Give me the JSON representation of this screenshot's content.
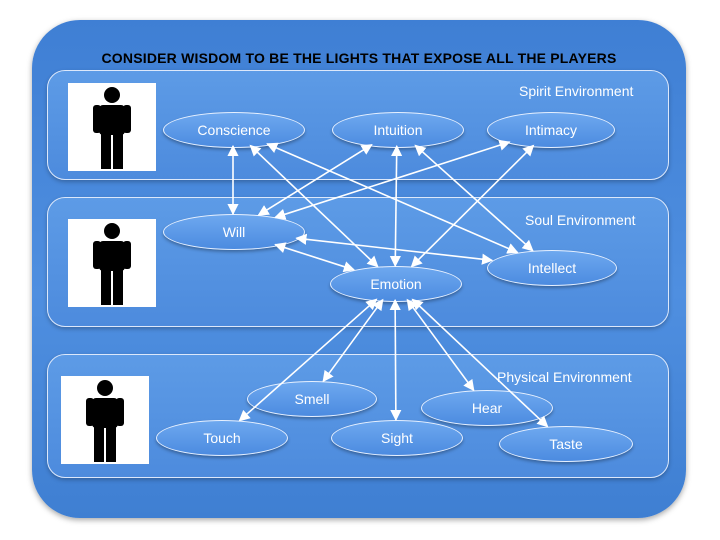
{
  "title": "CONSIDER WISDOM TO BE THE LIGHTS  THAT EXPOSE ALL THE PLAYERS",
  "environments": {
    "spirit": "Spirit Environment",
    "soul": "Soul Environment",
    "physical": "Physical Environment"
  },
  "nodes": {
    "conscience": "Conscience",
    "intuition": "Intuition",
    "intimacy": "Intimacy",
    "will": "Will",
    "intellect": "Intellect",
    "emotion": "Emotion",
    "smell": "Smell",
    "hear": "Hear",
    "touch": "Touch",
    "sight": "Sight",
    "taste": "Taste"
  },
  "connections": [
    [
      "conscience",
      "will"
    ],
    [
      "conscience",
      "intellect"
    ],
    [
      "conscience",
      "emotion"
    ],
    [
      "intuition",
      "will"
    ],
    [
      "intuition",
      "emotion"
    ],
    [
      "intuition",
      "intellect"
    ],
    [
      "intimacy",
      "will"
    ],
    [
      "intimacy",
      "emotion"
    ],
    [
      "will",
      "intellect"
    ],
    [
      "will",
      "emotion"
    ],
    [
      "emotion",
      "touch"
    ],
    [
      "emotion",
      "smell"
    ],
    [
      "emotion",
      "sight"
    ],
    [
      "emotion",
      "hear"
    ],
    [
      "emotion",
      "taste"
    ]
  ],
  "colors": {
    "outer": "#4a8ad9",
    "panel": "#5894e2",
    "arrow": "#ffffff"
  }
}
